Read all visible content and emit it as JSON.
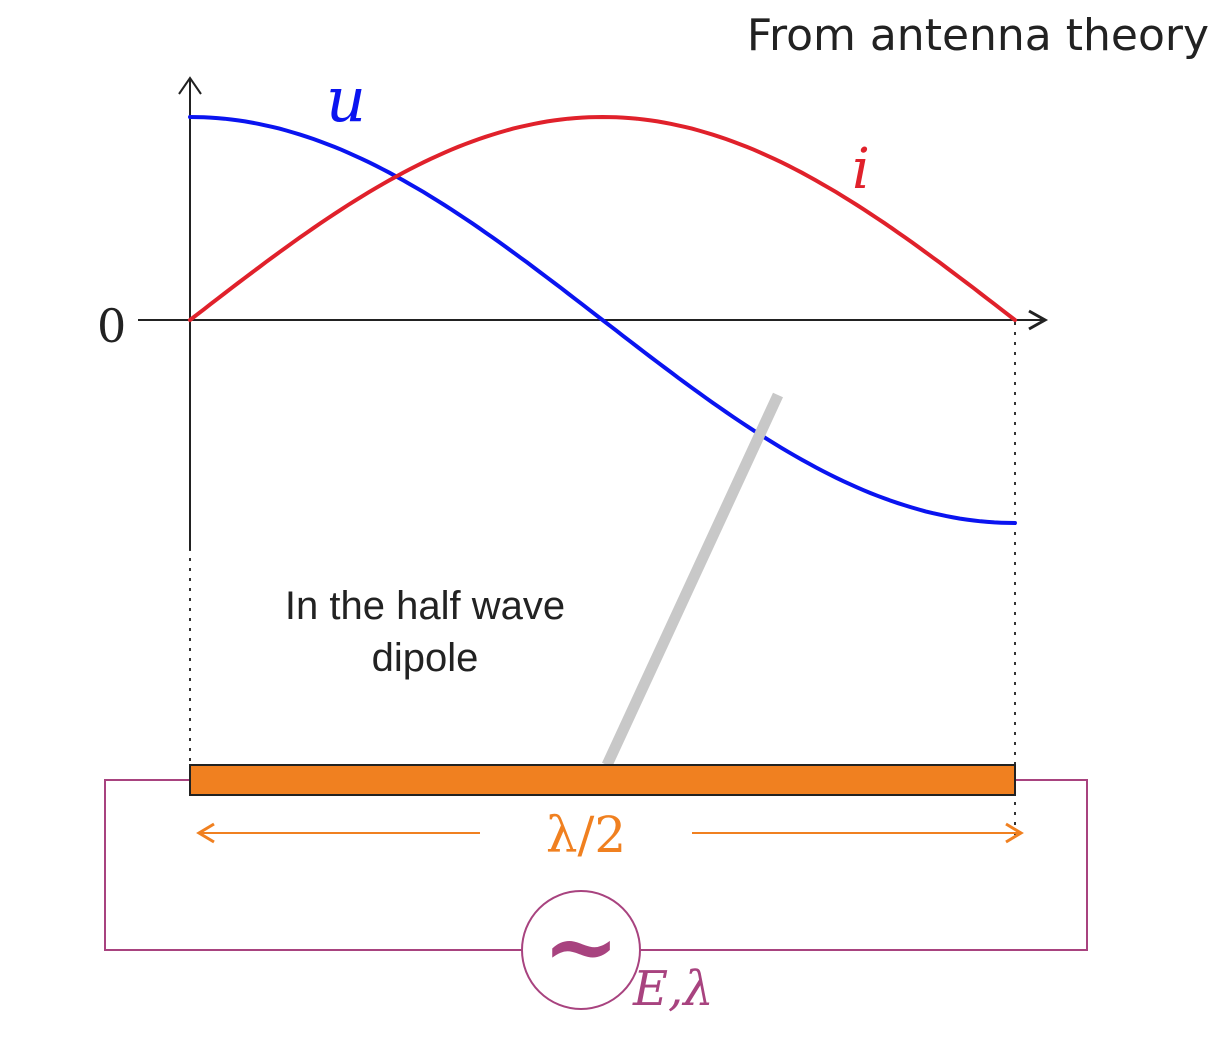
{
  "header": {
    "text": "From antenna theory"
  },
  "caption": {
    "line1": "In the half wave",
    "line2": "dipole"
  },
  "axes": {
    "origin_label": "0"
  },
  "curves": {
    "voltage": {
      "label": "u",
      "color": "#0a14f0"
    },
    "current": {
      "label": "i",
      "color": "#e0212b"
    }
  },
  "dipole": {
    "length_label": "λ/2",
    "color": "#f08020",
    "pointer_color": "#c8c8c8"
  },
  "source": {
    "symbol": "~",
    "label": "E,λ",
    "color": "#a8437f"
  }
}
